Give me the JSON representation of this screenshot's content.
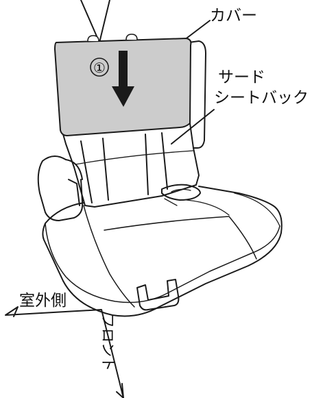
{
  "labels": {
    "cover": "カバー",
    "third_line1": "サード",
    "third_line2": "シートバック",
    "step": "①",
    "outside": "室外側",
    "front": "フロント"
  },
  "colors": {
    "cover_fill": "#cccccc",
    "line": "#1a1a1a",
    "shade": "#eeeeee"
  }
}
